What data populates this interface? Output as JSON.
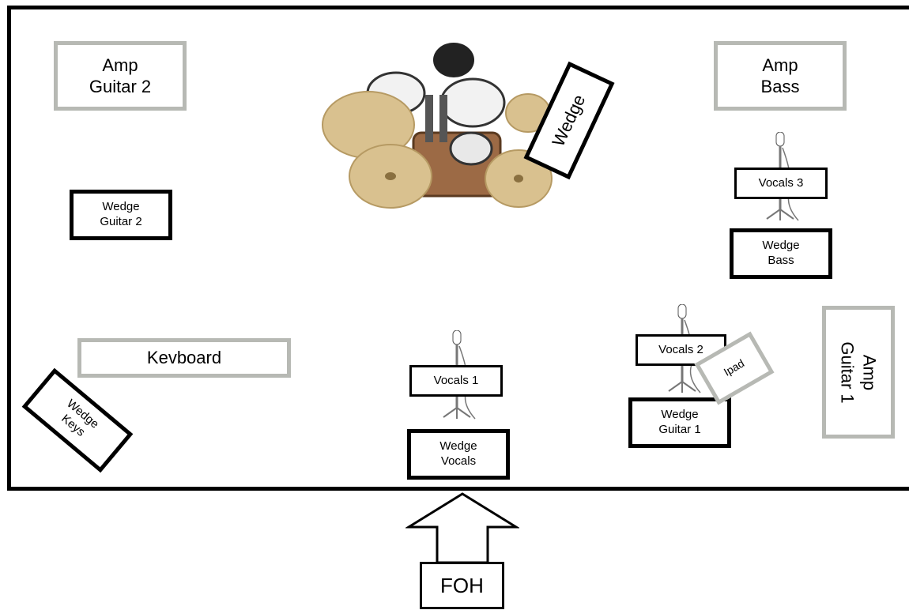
{
  "amps": {
    "guitar2": "Amp\nGuitar 2",
    "bass": "Amp\nBass",
    "guitar1": "Amp\nGuitar 1"
  },
  "keyboard": "Kevboard",
  "wedges": {
    "guitar2": "Wedge\nGuitar 2",
    "drums": "Wedge",
    "bass": "Wedge\nBass",
    "keys": "Wedge\nKeys",
    "vocals": "Wedge\nVocals",
    "guitar1": "Wedge\nGuitar 1"
  },
  "vocals": {
    "v1": "Vocals 1",
    "v2": "Vocals 2",
    "v3": "Vocals 3"
  },
  "ipad": "Ipad",
  "foh": "FOH",
  "colors": {
    "outline": "#000000",
    "amp_gray": "#b7b9b4",
    "cymbal": "#d9c18f",
    "shell": "#9c6a45"
  }
}
